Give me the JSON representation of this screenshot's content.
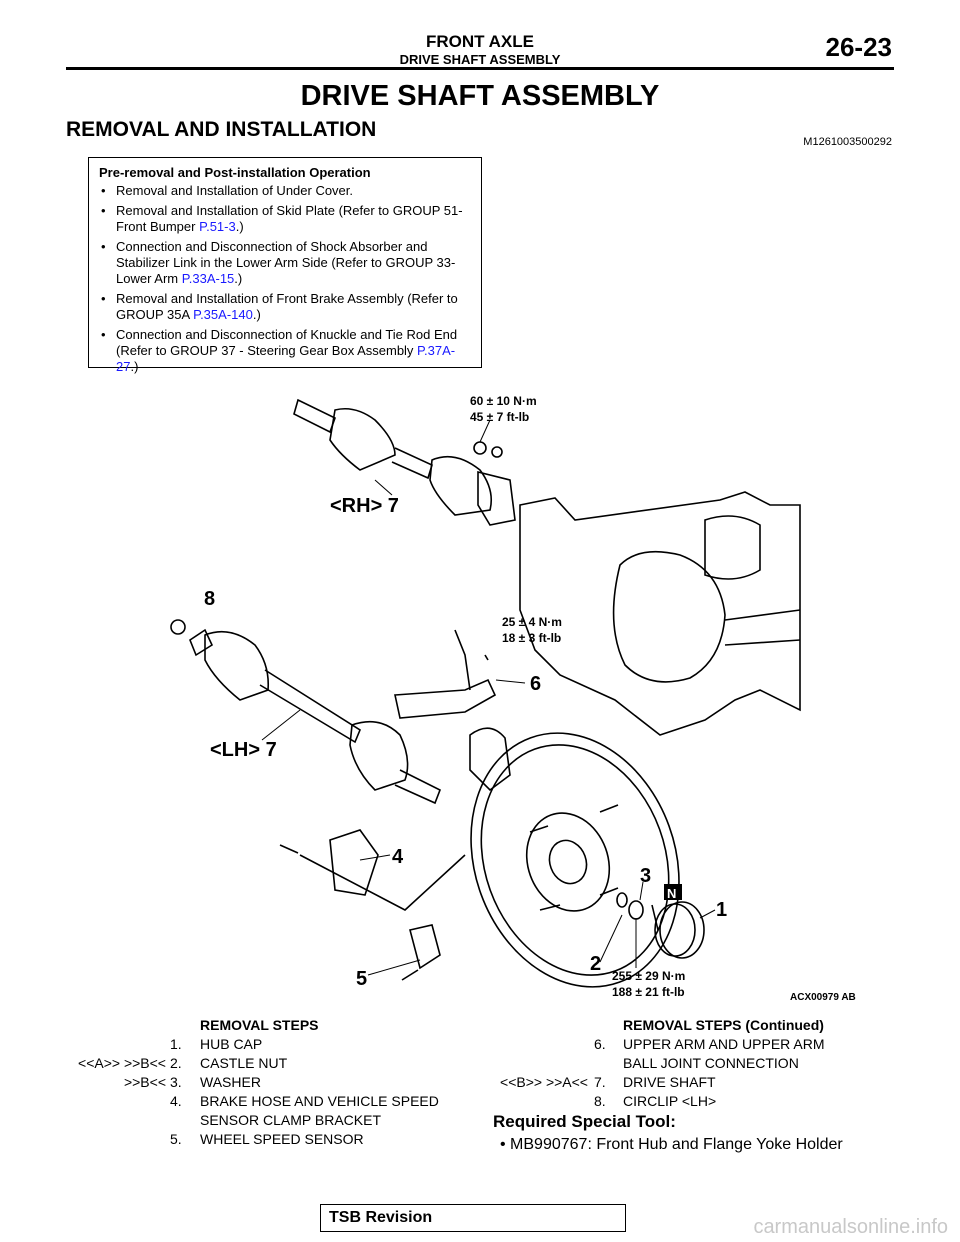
{
  "header": {
    "title": "FRONT AXLE",
    "subtitle": "DRIVE SHAFT ASSEMBLY",
    "page_number": "26-23"
  },
  "main_title": "DRIVE SHAFT ASSEMBLY",
  "section_title": "REMOVAL AND INSTALLATION",
  "doc_id": "M1261003500292",
  "pre_removal": {
    "title": "Pre-removal and Post-installation Operation",
    "items": [
      {
        "text": "Removal and Installation of Under Cover.",
        "link": "",
        "suffix": ""
      },
      {
        "text": "Removal and Installation of Skid Plate (Refer to GROUP 51- Front Bumper ",
        "link": "P.51-3",
        "suffix": ".)"
      },
      {
        "text": "Connection and Disconnection of Shock Absorber and Stabilizer Link in the Lower Arm Side (Refer to GROUP 33- Lower Arm ",
        "link": "P.33A-15",
        "suffix": ".)"
      },
      {
        "text": "Removal and Installation of Front Brake Assembly (Refer to GROUP 35A ",
        "link": "P.35A-140",
        "suffix": ".)"
      },
      {
        "text": "Connection and Disconnection of Knuckle and Tie Rod End (Refer to GROUP 37 - Steering Gear Box Assembly ",
        "link": "P.37A-27",
        "suffix": ".)"
      }
    ]
  },
  "diagram": {
    "torque_top_1": "60 ± 10 N·m",
    "torque_top_2": "45 ± 7  ft-lb",
    "torque_mid_1": "25 ± 4 N·m",
    "torque_mid_2": "18 ± 3 ft-lb",
    "torque_bot_1": "255 ± 29 N·m",
    "torque_bot_2": "188 ± 21 ft-lb",
    "label_rh": "<RH> 7",
    "label_lh": "<LH> 7",
    "label_1": "1",
    "label_2": "2",
    "label_3": "3",
    "label_4": "4",
    "label_5": "5",
    "label_6": "6",
    "label_8": "8",
    "label_n": "N",
    "code": "ACX00979 AB"
  },
  "removal_steps": {
    "title": "REMOVAL STEPS",
    "steps": [
      {
        "ref": "",
        "num": "1.",
        "text": "HUB CAP"
      },
      {
        "ref": "<<A>> >>B<<",
        "num": "2.",
        "text": "CASTLE NUT"
      },
      {
        "ref": ">>B<<",
        "num": "3.",
        "text": "WASHER"
      },
      {
        "ref": "",
        "num": "4.",
        "text": "BRAKE HOSE AND VEHICLE SPEED"
      },
      {
        "ref": "",
        "num": "",
        "text": "SENSOR CLAMP BRACKET"
      },
      {
        "ref": "",
        "num": "5.",
        "text": "WHEEL SPEED SENSOR"
      }
    ]
  },
  "removal_steps_cont": {
    "title": "REMOVAL STEPS (Continued)",
    "steps": [
      {
        "ref": "",
        "num": "6.",
        "text": "UPPER ARM AND UPPER ARM"
      },
      {
        "ref": "",
        "num": "",
        "text": "BALL JOINT CONNECTION"
      },
      {
        "ref": "<<B>> >>A<<",
        "num": "7.",
        "text": "DRIVE SHAFT"
      },
      {
        "ref": "",
        "num": "8.",
        "text": "CIRCLIP <LH>"
      }
    ]
  },
  "special_tool": {
    "title": "Required Special Tool:",
    "item": "MB990767: Front Hub and Flange Yoke Holder"
  },
  "footer": {
    "tsb": "TSB Revision",
    "watermark": "carmanualsonline.info"
  }
}
